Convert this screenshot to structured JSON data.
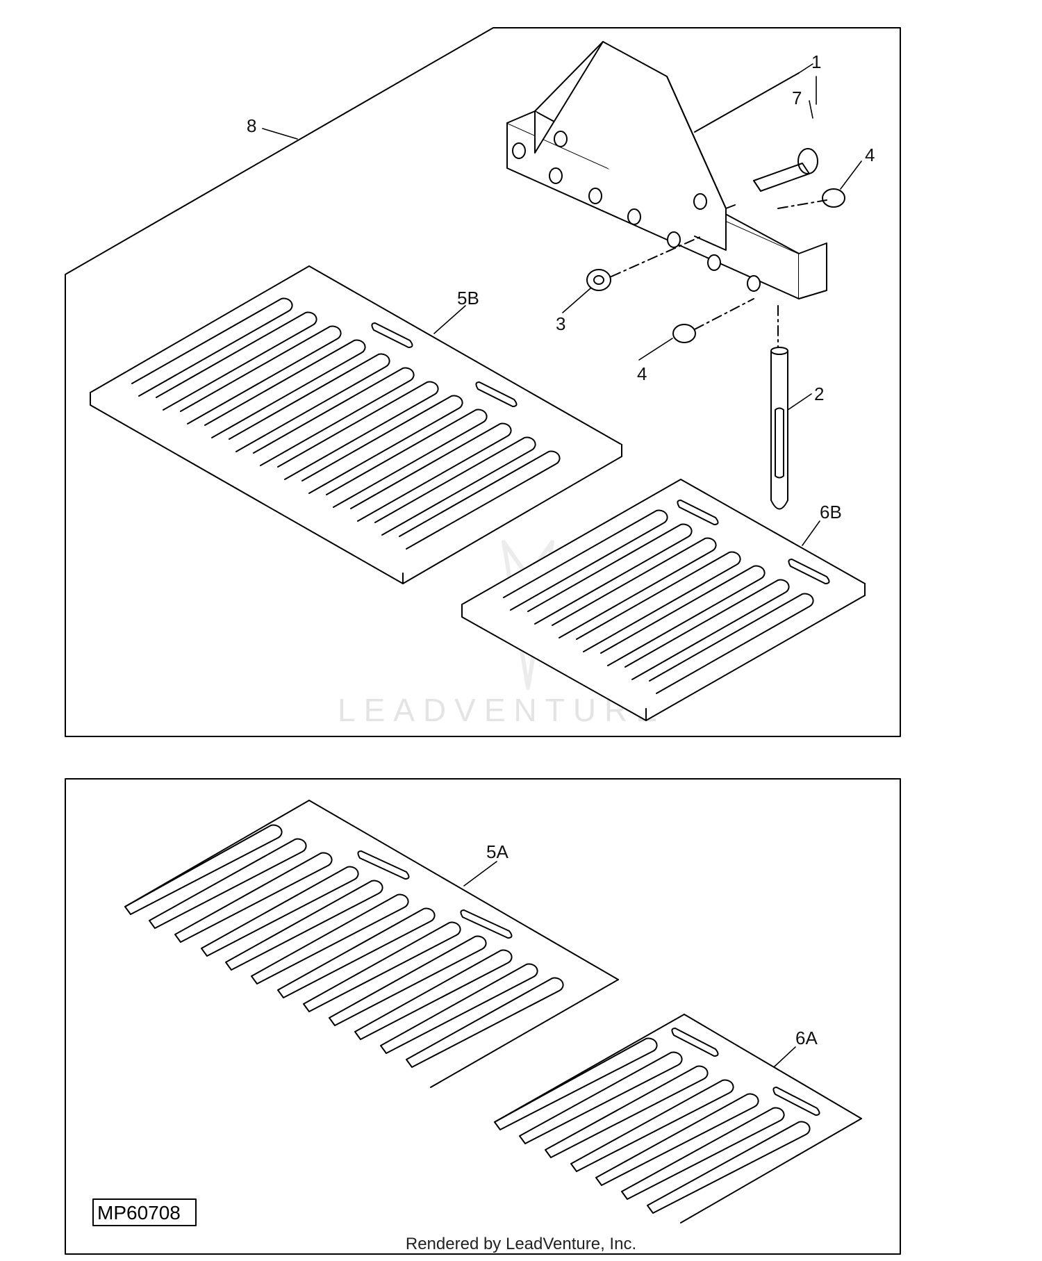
{
  "callouts": {
    "c1": "1",
    "c2": "2",
    "c3": "3",
    "c4a": "4",
    "c4b": "4",
    "c5a": "5A",
    "c5b": "5B",
    "c6a": "6A",
    "c6b": "6B",
    "c7": "7",
    "c8": "8"
  },
  "figure_code": "MP60708",
  "watermark": "LEADVENTURE",
  "footer": "Rendered by LeadVenture, Inc."
}
